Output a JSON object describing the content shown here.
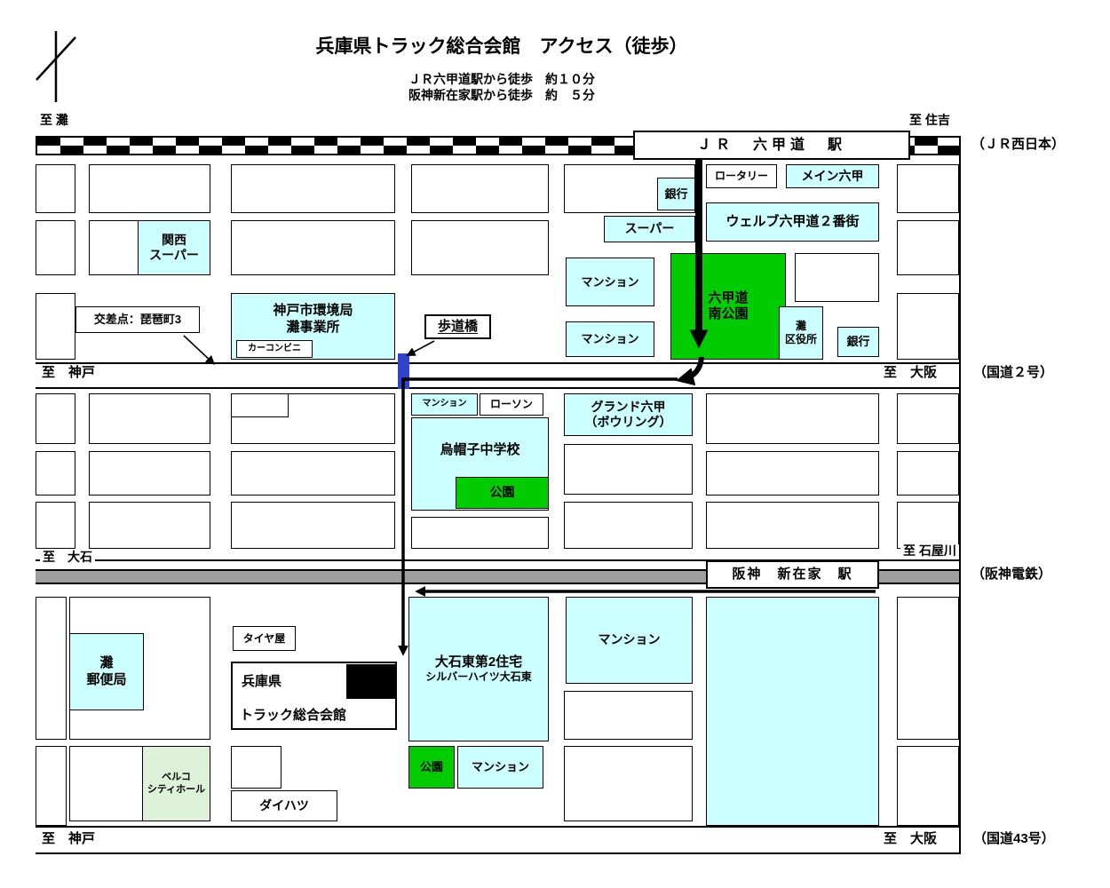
{
  "colors": {
    "building_fill": "#ccffff",
    "park_fill": "#00cc00",
    "hall_fill": "#ddf2d8",
    "railway_gray": "#9e9e9e",
    "bridge_blue": "#3344cc",
    "route_color": "#000000"
  },
  "header": {
    "title": "兵庫県トラック総合会館　アクセス（徒歩）",
    "subtitle1": "ＪＲ六甲道駅から徒歩　約１０分",
    "subtitle2": "阪神新在家駅から徒歩　約　５分"
  },
  "edges": {
    "jr_left": "至 灘",
    "jr_right": "至 住吉",
    "jr_operator": "（ＪＲ西日本）",
    "r2_left": "至　神戸",
    "r2_right": "至　大阪",
    "r2_name": "（国道２号）",
    "oishi_left": "至　大石",
    "oishi_right": "至 石屋川",
    "hanshin_operator": "（阪神電鉄）",
    "r43_left": "至　神戸",
    "r43_right": "至　大阪",
    "r43_name": "（国道43号）"
  },
  "stations": {
    "jr": "ＪＲ　六甲道　駅",
    "hanshin": "阪神　新在家　駅"
  },
  "places": {
    "kansai_super": "関西\nスーパー",
    "intersection": "交差点：琵琶町3",
    "kankyoku": "神戸市環境局\n灘事業所",
    "car_combini": "カーコンビニ",
    "hodokyo": "歩道橋",
    "bank_1": "銀行",
    "super_market": "スーパー",
    "rotary": "ロータリー",
    "main_rokko": "メイン六甲",
    "wellb": "ウェルブ六甲道２番街",
    "mansion_1": "マンション",
    "mansion_2": "マンション",
    "rokko_park": "六甲道\n南公園",
    "ward_office": "灘\n区役所",
    "bank_2": "銀行",
    "mansion_3": "マンション",
    "lawson": "ローソン",
    "eboshi": "烏帽子中学校",
    "park_1": "公園",
    "grand_rokko": "グランド六甲\n（ボウリング）",
    "tire_shop": "タイヤ屋",
    "post_office": "灘\n郵便局",
    "hall_l1": "兵庫県",
    "hall_l2": "トラック総合会館",
    "housing_l1": "大石東第2住宅",
    "housing_l2": "シルバーハイツ大石東",
    "mansion_4": "マンション",
    "belco": "ベルコ\nシティホール",
    "daihatsu": "ダイハツ",
    "park_2": "公園",
    "mansion_5": "マンション"
  }
}
